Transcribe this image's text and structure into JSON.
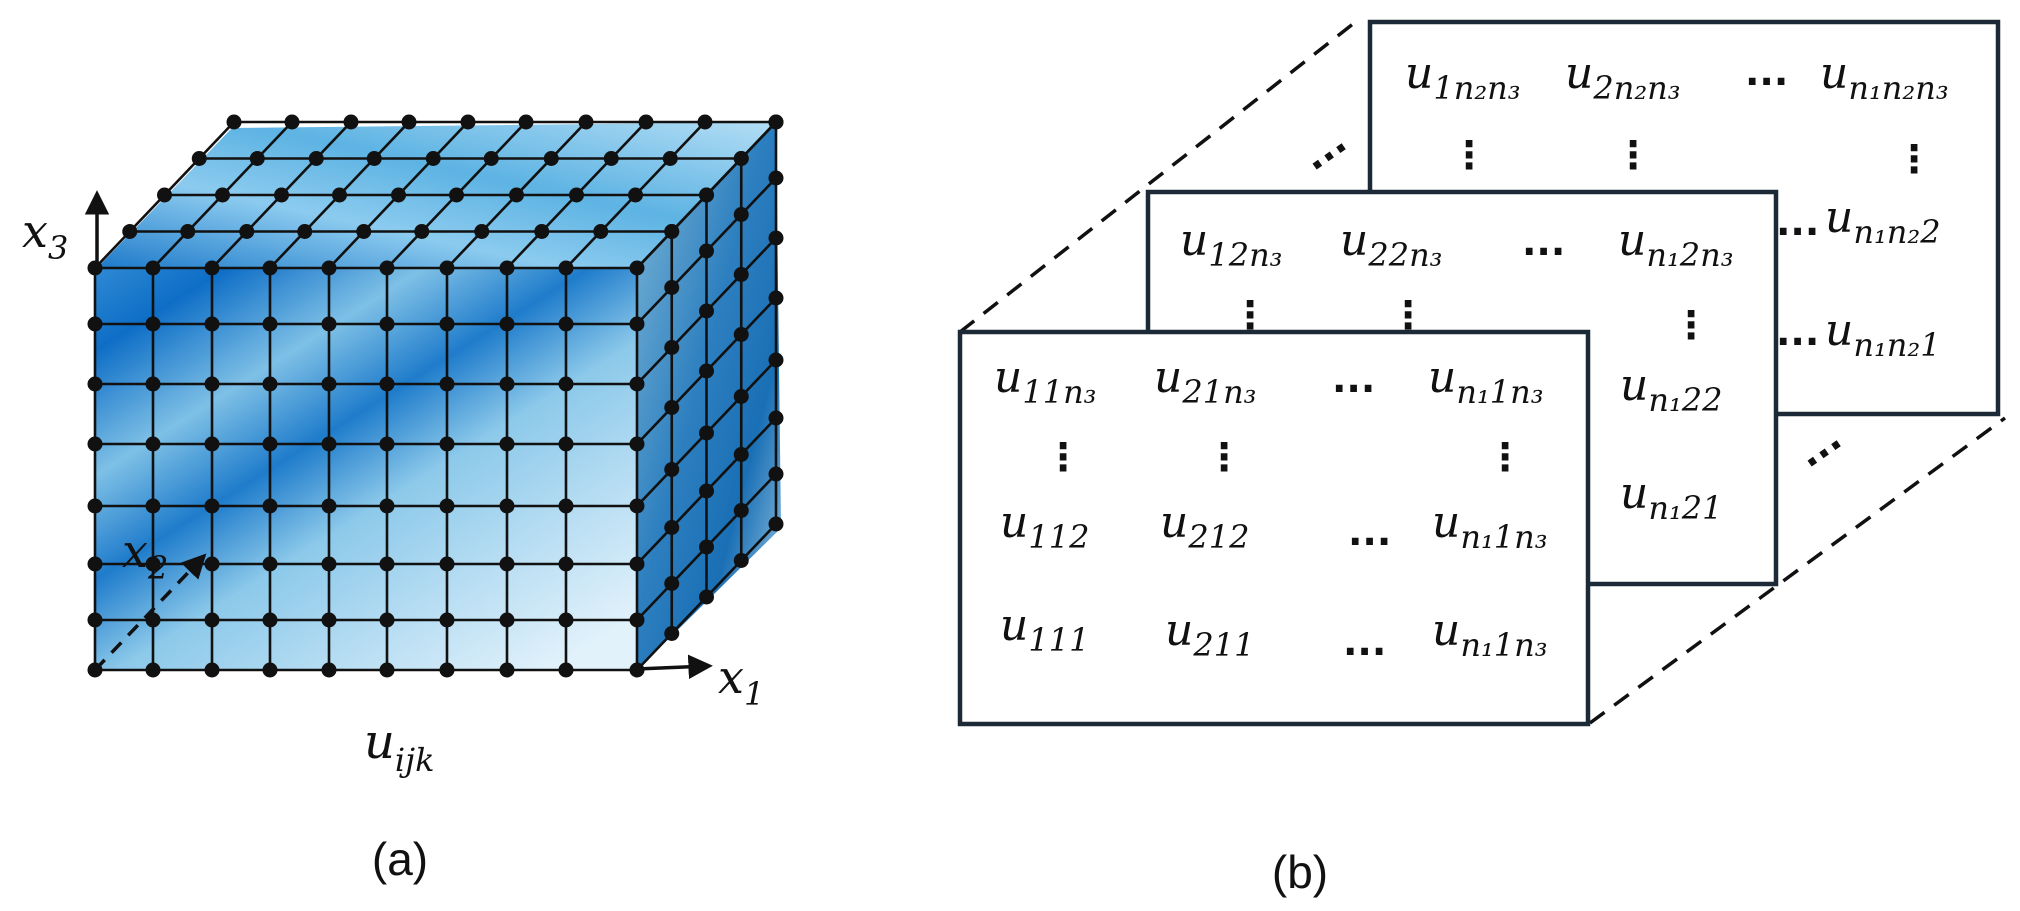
{
  "panel_a": {
    "caption": "(a)",
    "axis_x1": {
      "base": "x",
      "sub": "1"
    },
    "axis_x2": {
      "base": "x",
      "sub": "2"
    },
    "axis_x3": {
      "base": "x",
      "sub": "3"
    },
    "tensor_label": {
      "base": "u",
      "sub": "ijk"
    },
    "colors": {
      "dark_blue": "#0b6cc4",
      "light_blue": "#d6ecf8",
      "node": "#111111"
    }
  },
  "panel_b": {
    "caption": "(b)",
    "ellipsis": "...",
    "vdots": "⋮",
    "back_matrix": {
      "row_top": [
        {
          "base": "u",
          "sub": "1n₂n₃"
        },
        {
          "base": "u",
          "sub": "2n₂n₃"
        },
        {
          "base": "u",
          "sub": "n₁n₂n₃"
        }
      ],
      "right_mid": {
        "base": "u",
        "sub": "n₁n₂2"
      },
      "right_bot": {
        "base": "u",
        "sub": "n₁n₂1"
      }
    },
    "mid_matrix": {
      "row_top": [
        {
          "base": "u",
          "sub": "12n₃"
        },
        {
          "base": "u",
          "sub": "22n₃"
        },
        {
          "base": "u",
          "sub": "n₁2n₃"
        }
      ],
      "right_mid": {
        "base": "u",
        "sub": "n₁22"
      },
      "right_bot": {
        "base": "u",
        "sub": "n₁21"
      }
    },
    "front_matrix": {
      "row1": [
        {
          "base": "u",
          "sub": "11n₃"
        },
        {
          "base": "u",
          "sub": "21n₃"
        },
        {
          "base": "u",
          "sub": "n₁1n₃"
        }
      ],
      "row2": [
        {
          "base": "u",
          "sub": "112"
        },
        {
          "base": "u",
          "sub": "212"
        },
        {
          "base": "u",
          "sub": "n₁1n₃"
        }
      ],
      "row3": [
        {
          "base": "u",
          "sub": "111"
        },
        {
          "base": "u",
          "sub": "211"
        },
        {
          "base": "u",
          "sub": "n₁1n₃"
        }
      ]
    }
  }
}
